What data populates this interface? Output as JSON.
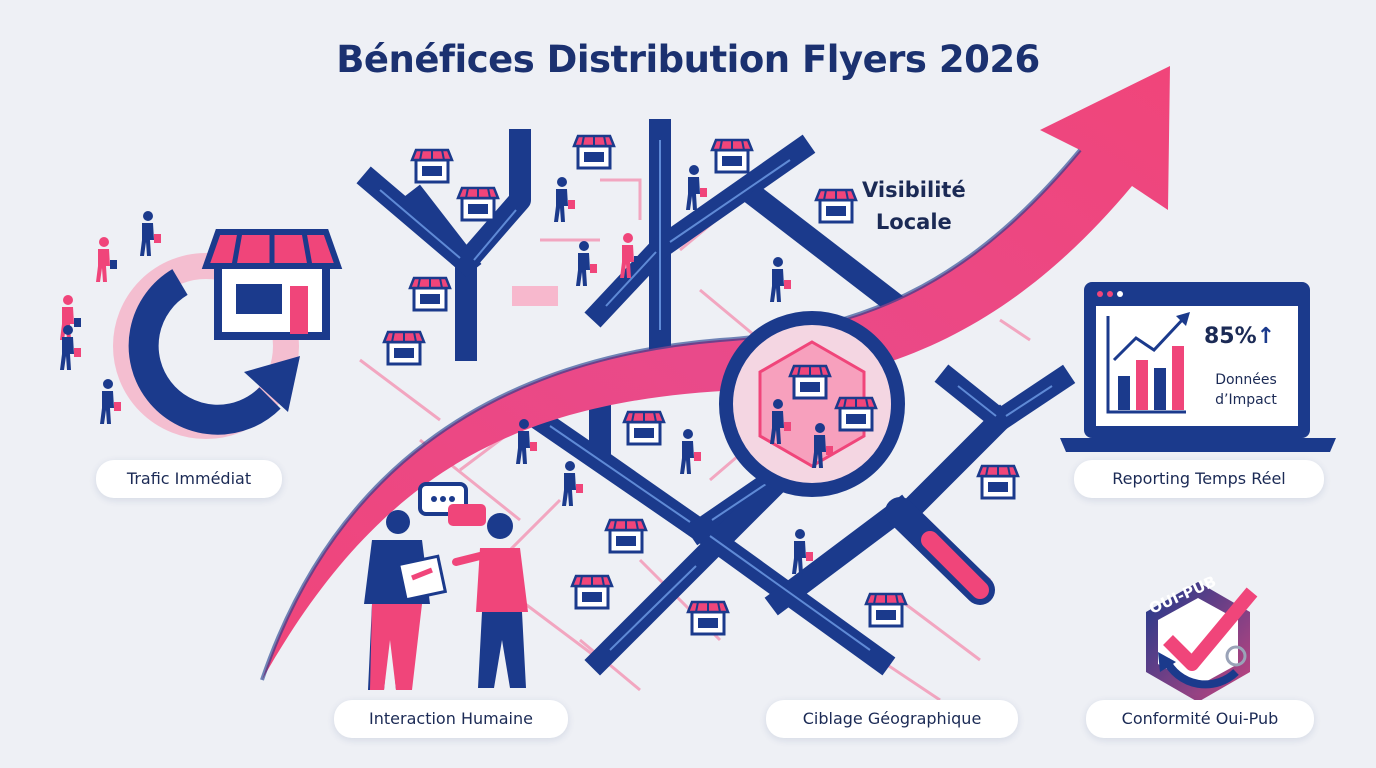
{
  "title": "Bénéfices Distribution Flyers 2026",
  "labels": {
    "trafic": "Trafic Immédiat",
    "visibilite_line1": "Visibilité",
    "visibilite_line2": "Locale",
    "reporting": "Reporting Temps Réel",
    "interaction": "Interaction Humaine",
    "ciblage": "Ciblage Géographique",
    "conformite": "Conformité Oui-Pub"
  },
  "laptop": {
    "percent": "85%",
    "percent_arrow": "↑",
    "line1": "Données",
    "line2": "d’Impact"
  },
  "badge": {
    "text": "OUI-PUB"
  },
  "colors": {
    "navy": "#1b3a8c",
    "pink": "#f0457a",
    "dark_text": "#1b2a55",
    "background": "#eef0f5"
  },
  "icons": [
    "store-icon",
    "shopper-icon",
    "magnifier-icon",
    "laptop-chart-icon",
    "speech-bubble-icon",
    "check-badge-icon",
    "recycle-icon",
    "trend-arrow-icon",
    "circular-arrow-icon"
  ]
}
